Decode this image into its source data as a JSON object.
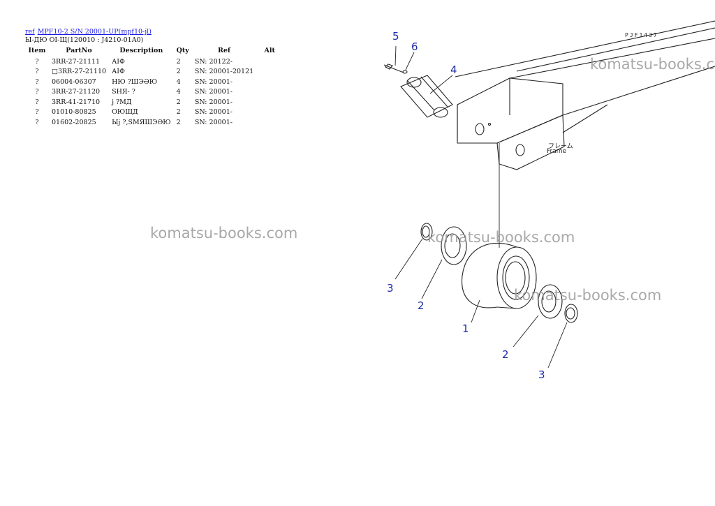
{
  "header": {
    "link_ref": "ref",
    "link_model": "MPF10-2 S/N 20001-UP(mpf10-jl)",
    "subtitle": "Ы-ДЮ ОІ-Щ(120010 : J4210-01A0)"
  },
  "table": {
    "columns": [
      "Item",
      "PartNo",
      "Description",
      "Qty",
      "Ref",
      "Alt"
    ],
    "rows": [
      {
        "item": "?",
        "partno": "3RR-27-21111",
        "description": "АІФ",
        "qty": "2",
        "ref": "SN: 20122-",
        "alt": ""
      },
      {
        "item": "?",
        "partno": "□3RR-27-21110",
        "description": "АІФ",
        "qty": "2",
        "ref": "SN: 20001-20121",
        "alt": ""
      },
      {
        "item": "?",
        "partno": "06004-06307",
        "description": "НЮ ?ШЭӘЮ",
        "qty": "4",
        "ref": "SN: 20001-",
        "alt": ""
      },
      {
        "item": "?",
        "partno": "3RR-27-21120",
        "description": "SНЯ- ?",
        "qty": "4",
        "ref": "SN: 20001-",
        "alt": ""
      },
      {
        "item": "?",
        "partno": "3RR-41-21710",
        "description": "j ?МД",
        "qty": "2",
        "ref": "SN: 20001-",
        "alt": ""
      },
      {
        "item": "?",
        "partno": "01010-80825",
        "description": "ОЮЩД",
        "qty": "2",
        "ref": "SN: 20001-",
        "alt": ""
      },
      {
        "item": "?",
        "partno": "01602-20825",
        "description": "Ыj ?,SМЯШЭӘЮ",
        "qty": "2",
        "ref": "SN: 20001-",
        "alt": ""
      }
    ]
  },
  "watermark": "komatsu-books.com",
  "diagram": {
    "code": "PJF1437",
    "frame_label_jp": "フレーム",
    "frame_label_en": "Frame",
    "callouts": [
      "5",
      "6",
      "4",
      "3",
      "2",
      "1",
      "2",
      "3"
    ]
  }
}
